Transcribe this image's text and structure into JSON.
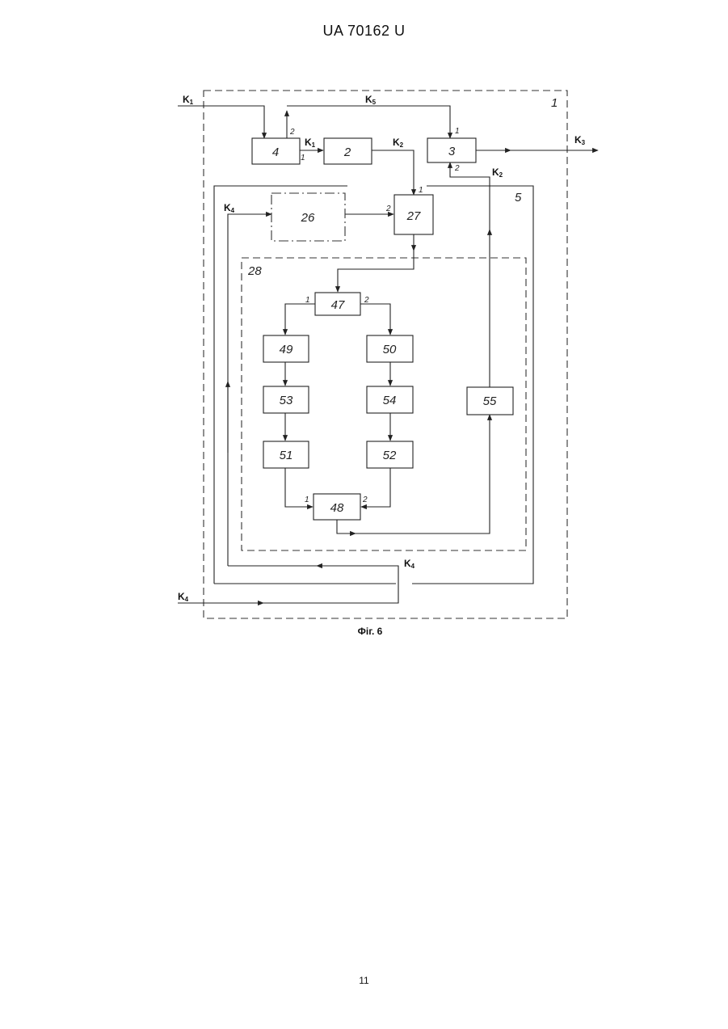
{
  "document": {
    "header": "UA   70162   U",
    "caption": "Фіг. 6",
    "page_number": "11"
  },
  "diagram": {
    "blocks": {
      "b4": "4",
      "b2": "2",
      "b3": "3",
      "b26": "26",
      "b27": "27",
      "b47": "47",
      "b49": "49",
      "b50": "50",
      "b53": "53",
      "b54": "54",
      "b51": "51",
      "b52": "52",
      "b48": "48",
      "b55": "55"
    },
    "regions": {
      "r1": "1",
      "r5": "5",
      "r28": "28"
    },
    "ports": {
      "one": "1",
      "two": "2"
    },
    "signals": {
      "K1": "K",
      "K1_sub": "1",
      "K2": "K",
      "K2_sub": "2",
      "K3": "K",
      "K3_sub": "3",
      "K4": "K",
      "K4_sub": "4",
      "K5": "K",
      "K5_sub": "5"
    }
  }
}
